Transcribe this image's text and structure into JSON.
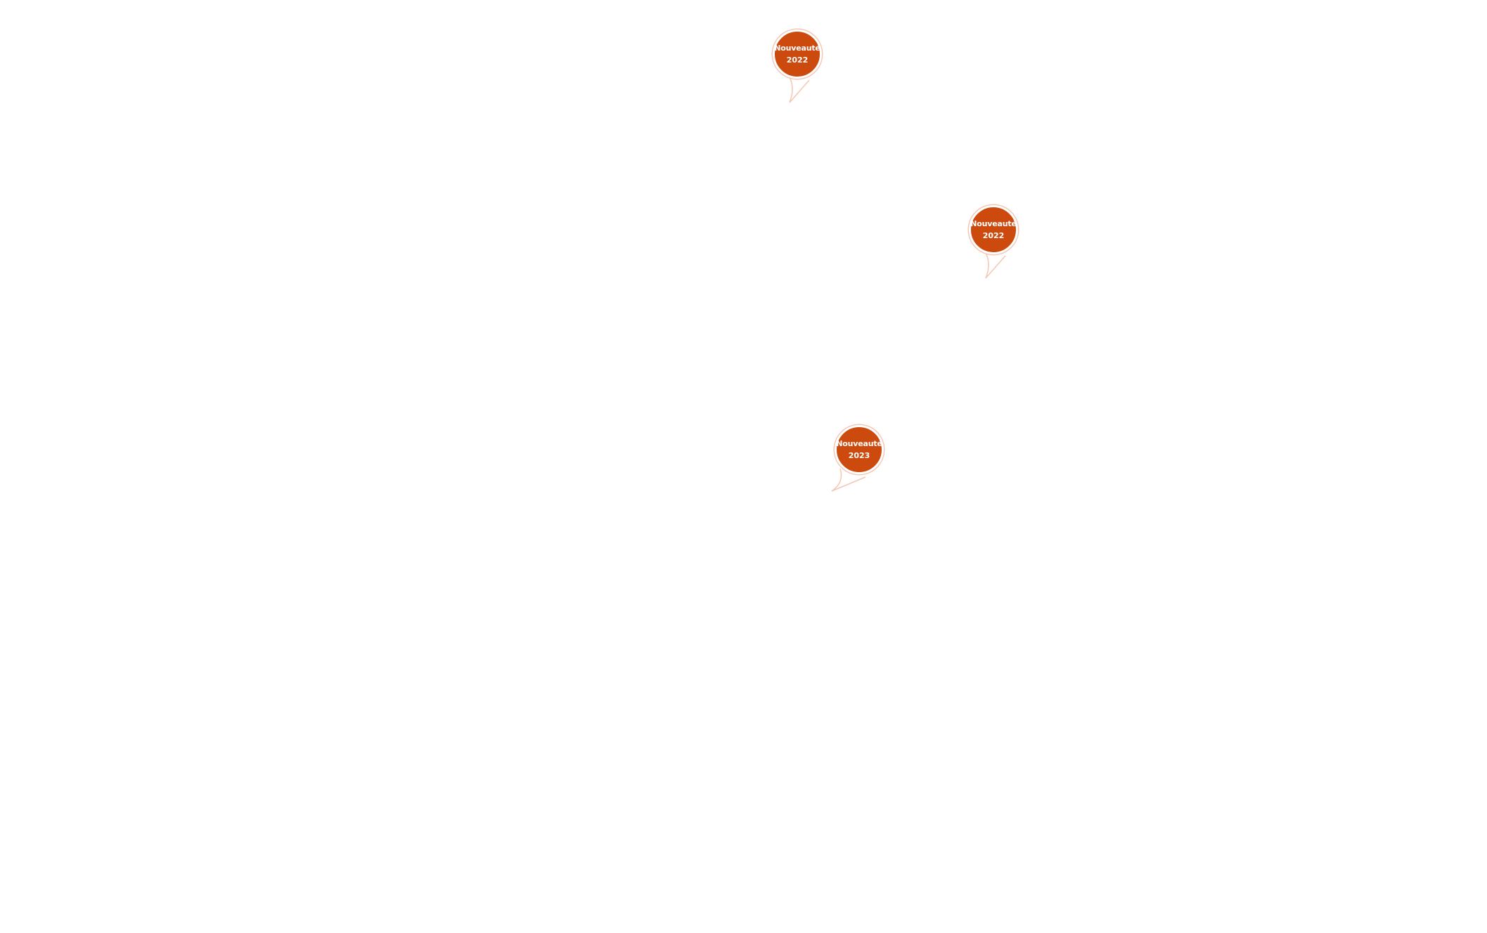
{
  "colors": {
    "background": "#ffffff",
    "marker_fill": "#cc4a0e",
    "marker_text": "#ffffff",
    "marker_outline": "#f4c7b4"
  },
  "markers": [
    {
      "label": "Nouveauté",
      "year": "2022"
    },
    {
      "label": "Nouveauté",
      "year": "2022"
    },
    {
      "label": "Nouveauté",
      "year": "2023"
    }
  ]
}
